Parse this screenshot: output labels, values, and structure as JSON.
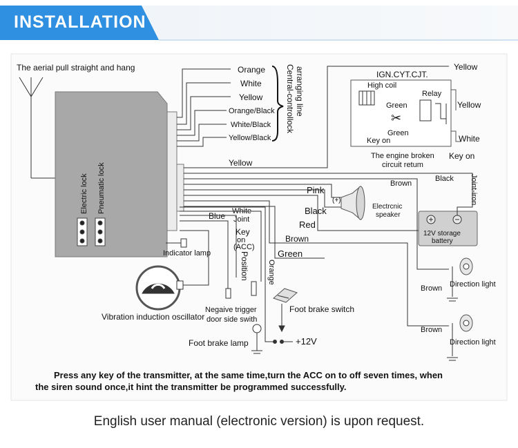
{
  "header": {
    "title": "INSTALLATION"
  },
  "labels": {
    "aerial": "The aerial pull straight and hang",
    "orange": "Orange",
    "white": "White",
    "yellow": "Yellow",
    "orange_black": "Orange/Black",
    "white_black": "White/Black",
    "yellow_black": "Yellow/Black",
    "central_lock_1": "Central-controllock",
    "central_lock_2": "arranging line",
    "ign": "IGN.CYT.CJT.",
    "yellow_top": "Yellow",
    "high_coil": "High coil",
    "relay": "Relay",
    "green_1": "Green",
    "green_2": "Green",
    "yellow_right": "Yellow",
    "white_right": "White",
    "key_on_1": "Key on",
    "key_on_2": "Key on",
    "engine_1": "The engine broken",
    "engine_2": "circuit retum",
    "yellow_mid": "Yellow",
    "brown_1": "Brown",
    "black_1": "Black",
    "joint_iron": "Joint-iron",
    "pink": "Pink",
    "plus": "(+)",
    "black_2": "Black",
    "speaker_1": "Electrcnic",
    "speaker_2": "speaker",
    "red": "Red",
    "battery_1": "12V storage",
    "battery_2": "battery",
    "brown_2": "Brown",
    "green_3": "Green",
    "blue": "Blue",
    "white_joint_1": "White",
    "white_joint_2": "Joint",
    "key_acc_1": "Key",
    "key_acc_2": "on",
    "key_acc_3": "(ACC)",
    "position": "Position",
    "orange_v": "Orange",
    "electric_lock": "Electric lock",
    "pneumatic_lock": "Pneumatic lock",
    "indicator": "Indicator lamp",
    "vibration": "Vibration induction oscillator",
    "neg_trigger_1": "Negaive trigger",
    "neg_trigger_2": "door side swith",
    "foot_brake_switch": "Foot brake switch",
    "foot_brake_lamp": "Foot brake lamp",
    "v12": "+12V",
    "brown_3": "Brown",
    "direction_1": "Direction light",
    "brown_4": "Brown",
    "direction_2": "Direction light",
    "instr_1": "Press any key of the transmitter, at the same time,turn the ACC on to off seven times, when",
    "instr_2": "the siren sound once,it hint the transmitter be programmed successfully."
  },
  "caption": "English user manual (electronic version) is upon request.",
  "colors": {
    "accent": "#2f8fe0",
    "unit": "#a8a8a8",
    "battery": "#d0d0d0"
  }
}
